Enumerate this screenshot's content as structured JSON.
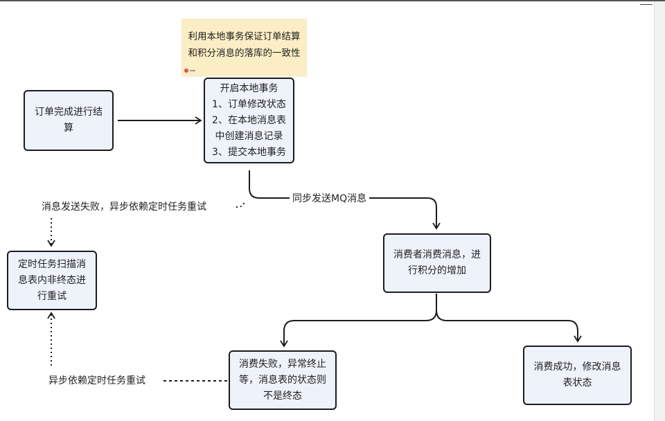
{
  "note": {
    "line1": "利用本地事务保证订单结算",
    "line2": "和积分消息的落库的一致性"
  },
  "nodes": {
    "order_settle": {
      "line1": "订单完成进行结",
      "line2": "算"
    },
    "local_tx": {
      "line1": "开启本地事务",
      "line2": "1、订单修改状态",
      "line3": "2、在本地消息表",
      "line4": "中创建消息记录",
      "line5": "3、提交本地事务"
    },
    "scheduled_scan": {
      "line1": "定时任务扫描消",
      "line2": "息表内非终态进",
      "line3": "行重试"
    },
    "consumer": {
      "line1": "消费者消费消息，进",
      "line2": "行积分的增加"
    },
    "consume_fail": {
      "line1": "消费失败，异常终止",
      "line2": "等，消息表的状态则",
      "line3": "不是终态"
    },
    "consume_success": {
      "line1": "消费成功，修改消息",
      "line2": "表状态"
    }
  },
  "labels": {
    "sync_send": "同步发送MQ消息",
    "send_fail_retry": "消息发送失败，异步依赖定时任务重试",
    "async_retry": "异步依赖定时任务重试"
  },
  "colors": {
    "node_fill": "#eef2fb",
    "node_border": "#1b1b1b",
    "note_fill": "#fbeec5"
  }
}
